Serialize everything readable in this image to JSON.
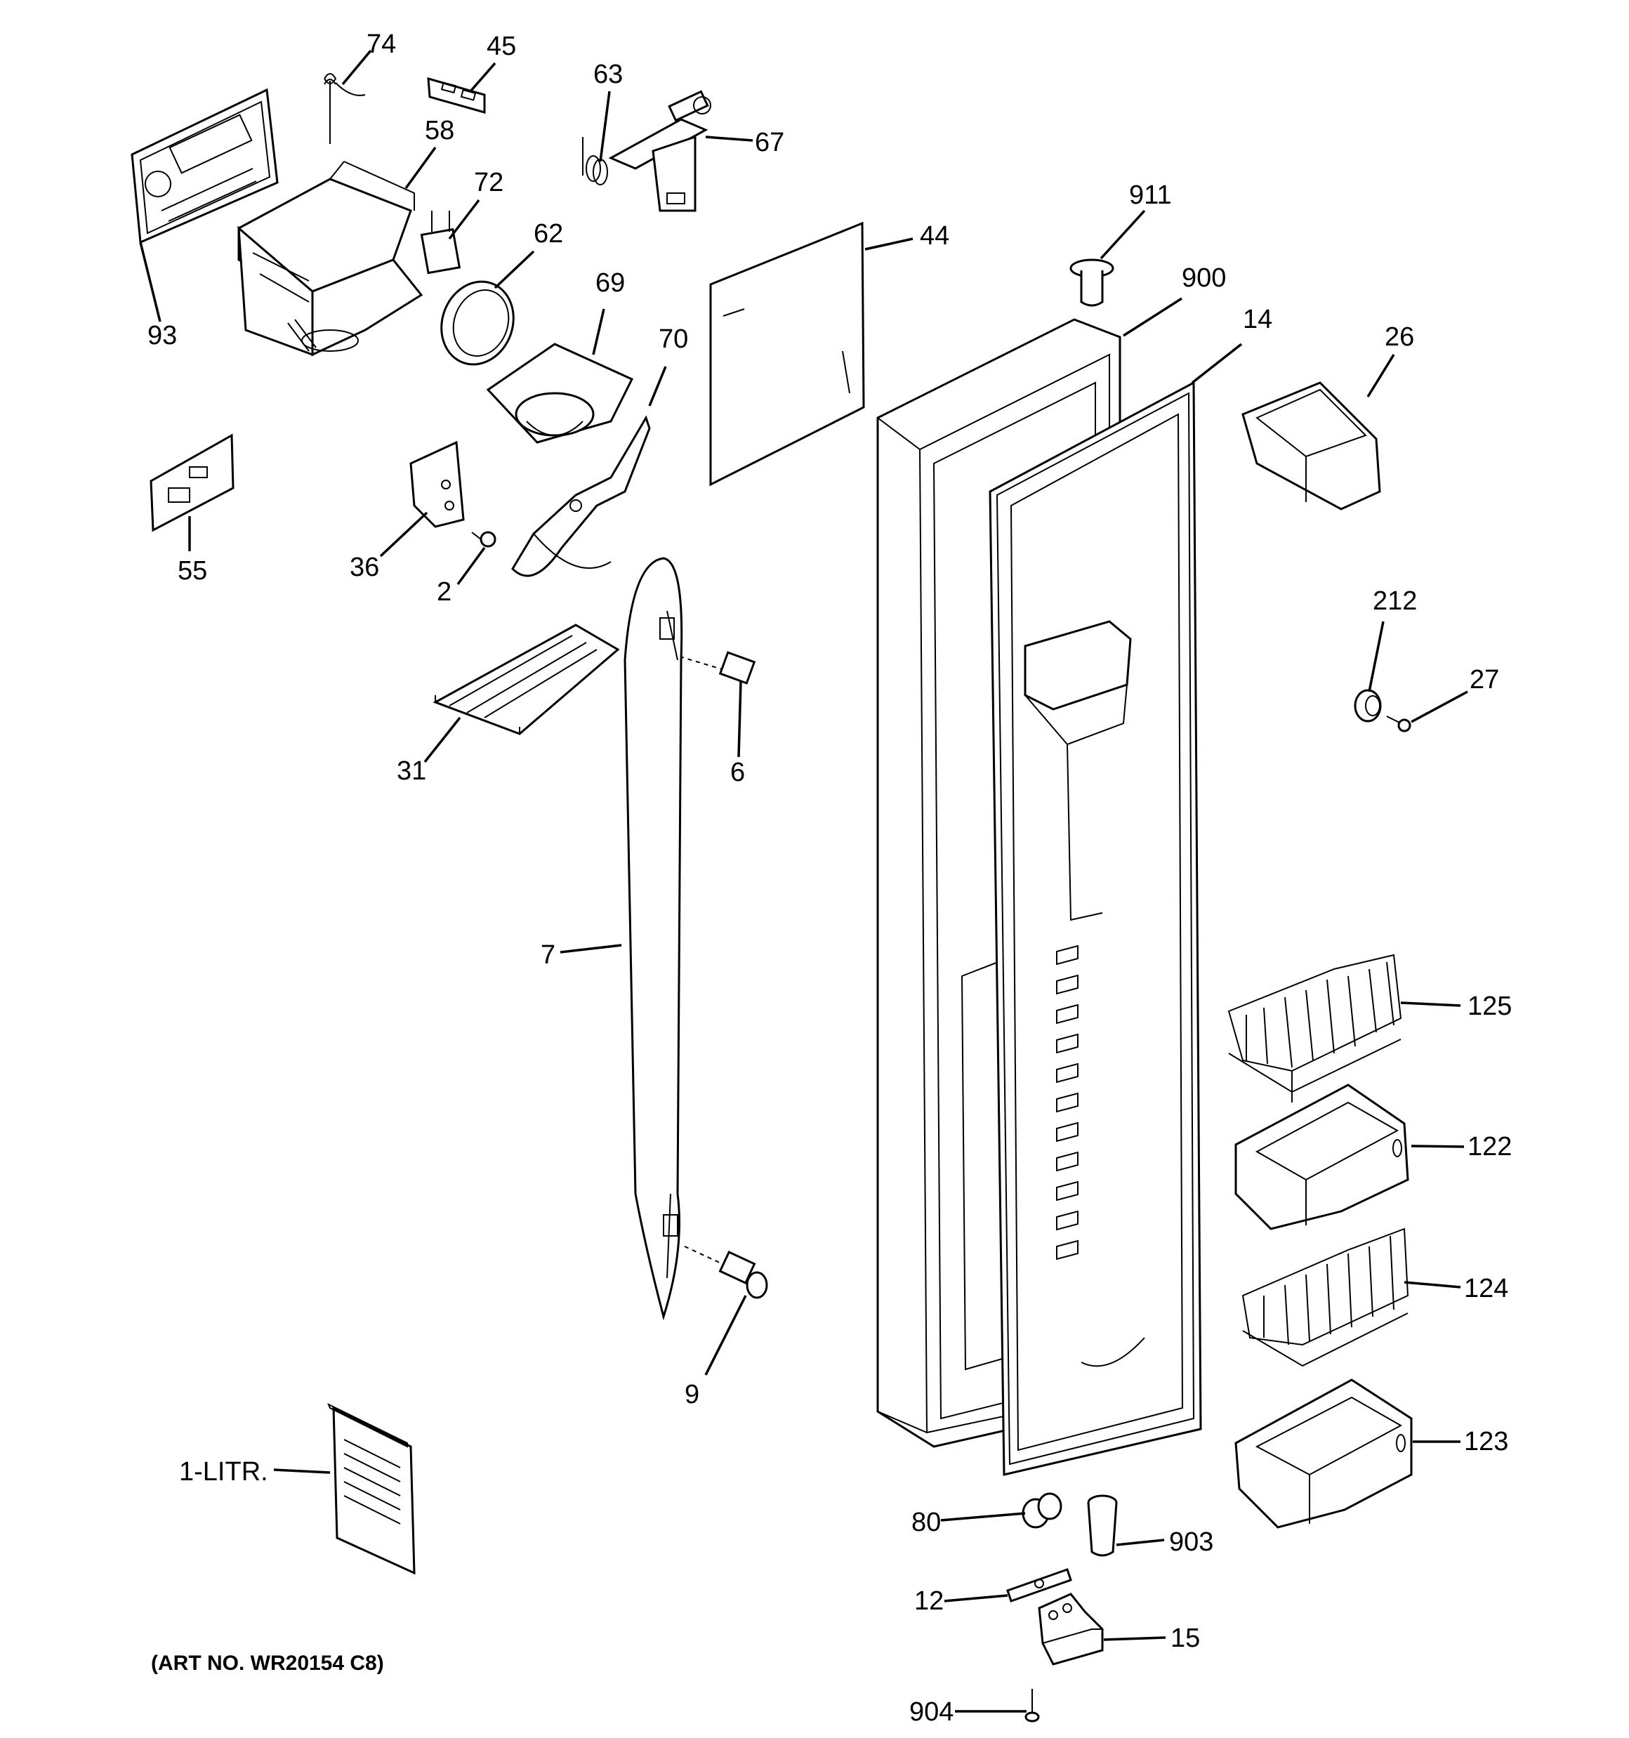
{
  "diagram": {
    "art_number": "(ART NO. WR20154 C8)",
    "callouts": {
      "c74": "74",
      "c45": "45",
      "c63": "63",
      "c67": "67",
      "c58": "58",
      "c72": "72",
      "c62": "62",
      "c93": "93",
      "c69": "69",
      "c70": "70",
      "c44": "44",
      "c911": "911",
      "c900": "900",
      "c14": "14",
      "c26": "26",
      "c55": "55",
      "c36": "36",
      "c2": "2",
      "c212": "212",
      "c27": "27",
      "c31": "31",
      "c6": "6",
      "c7": "7",
      "c125": "125",
      "c122": "122",
      "c124": "124",
      "c9": "9",
      "c123": "123",
      "c1litr": "1-LITR.",
      "c80": "80",
      "c903": "903",
      "c12": "12",
      "c15": "15",
      "c904": "904"
    }
  }
}
